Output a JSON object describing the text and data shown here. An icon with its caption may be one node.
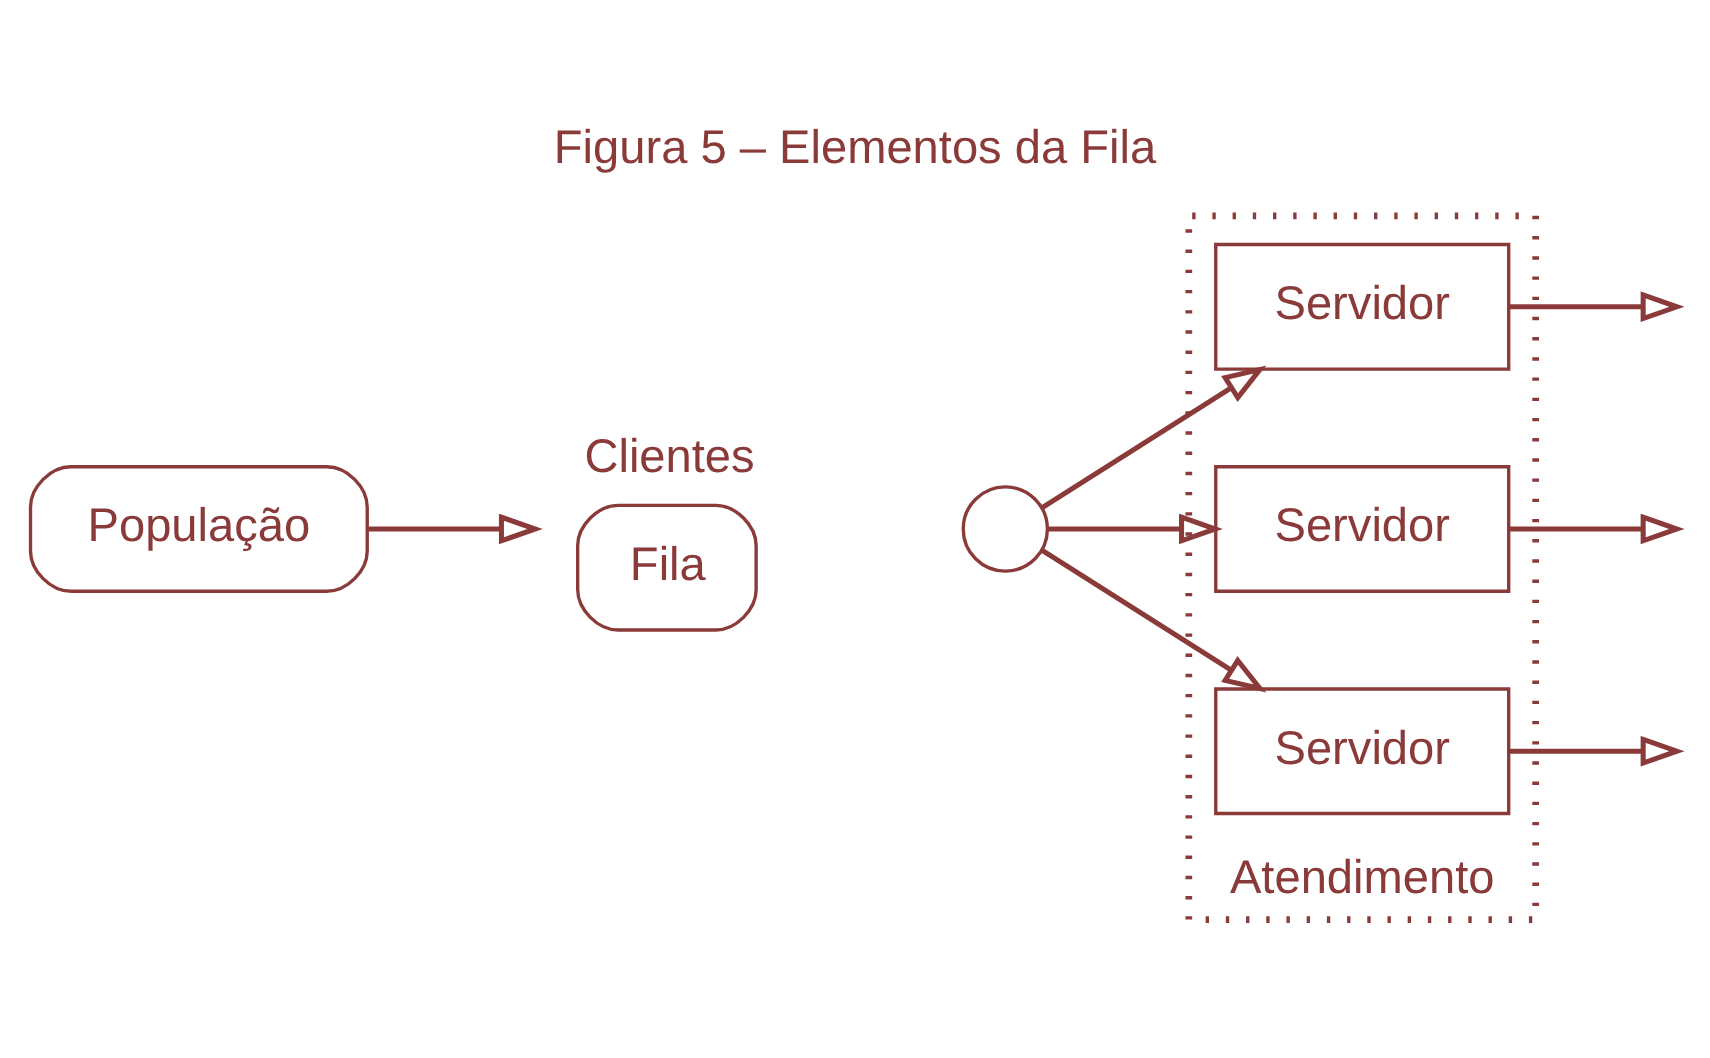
{
  "diagram": {
    "title": "Figura 5 – Elementos da Fila",
    "nodes": [
      {
        "text": [
          "População"
        ]
      },
      {
        "text": [
          "Fila"
        ],
        "beside": [
          "Clientes"
        ]
      },
      {
        "text": [],
        "shape": "circle"
      },
      {
        "text": [
          "Atendimento"
        ]
      },
      {
        "text": [
          "Servidor"
        ],
        "in": 3
      },
      {
        "text": [
          "Servidor"
        ],
        "in": 3
      },
      {
        "text": [
          "Servidor"
        ],
        "in": 3
      }
    ],
    "edges": [
      {
        "from": 0,
        "to": 1,
        "arrow": "to"
      },
      {
        "from": 2,
        "to": 4,
        "arrow": "to"
      },
      {
        "from": 2,
        "to": 5,
        "arrow": "to"
      },
      {
        "from": 2,
        "to": 6,
        "arrow": "to"
      },
      {
        "from": 4,
        "to": null,
        "arrow": "to"
      },
      {
        "from": 5,
        "to": null,
        "arrow": "to"
      },
      {
        "from": 6,
        "to": null,
        "arrow": "to"
      }
    ]
  }
}
